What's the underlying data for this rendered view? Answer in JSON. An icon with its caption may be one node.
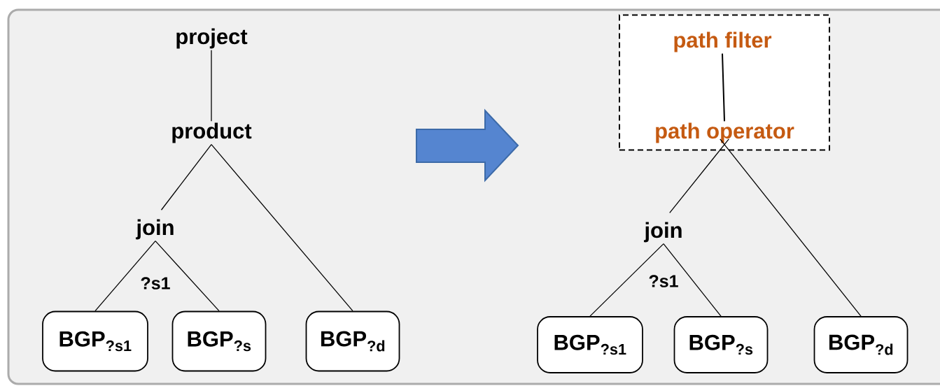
{
  "diagram": {
    "nodes": [
      {
        "text": [
          "project"
        ]
      },
      {
        "text": [
          "product"
        ]
      },
      {
        "text": [
          "join"
        ]
      },
      {
        "text": [
          "BGP$_{?s1}$"
        ]
      },
      {
        "text": [
          "BGP$_{?s}$"
        ]
      },
      {
        "text": [
          "BGP$_{?d}$"
        ]
      },
      {
        "text": [],
        "shape": "box"
      },
      {
        "text": [
          "path filter"
        ],
        "in": 6
      },
      {
        "text": [
          "path operator"
        ],
        "in": 6
      },
      {
        "text": [
          "join"
        ]
      },
      {
        "text": [
          "BGP$_{?s1}$"
        ]
      },
      {
        "text": [
          "BGP$_{?s}$"
        ]
      },
      {
        "text": [
          "BGP$_{?d}$"
        ]
      }
    ],
    "edges": [
      {
        "from": 0,
        "to": 1,
        "arrow": "none"
      },
      {
        "from": 1,
        "to": 2,
        "arrow": "none"
      },
      {
        "from": 1,
        "to": 5,
        "arrow": "none"
      },
      {
        "from": 2,
        "to": 3,
        "arrow": "none"
      },
      {
        "from": 2,
        "to": 4,
        "arrow": "none"
      },
      {
        "from": 7,
        "to": 8,
        "arrow": "none"
      },
      {
        "from": 8,
        "to": 9,
        "arrow": "none"
      },
      {
        "from": 8,
        "to": 12,
        "arrow": "none"
      },
      {
        "from": 9,
        "to": 10,
        "arrow": "none"
      },
      {
        "from": 9,
        "to": 11,
        "arrow": "none"
      }
    ],
    "labels": [
      "?s1",
      "?s1"
    ]
  }
}
